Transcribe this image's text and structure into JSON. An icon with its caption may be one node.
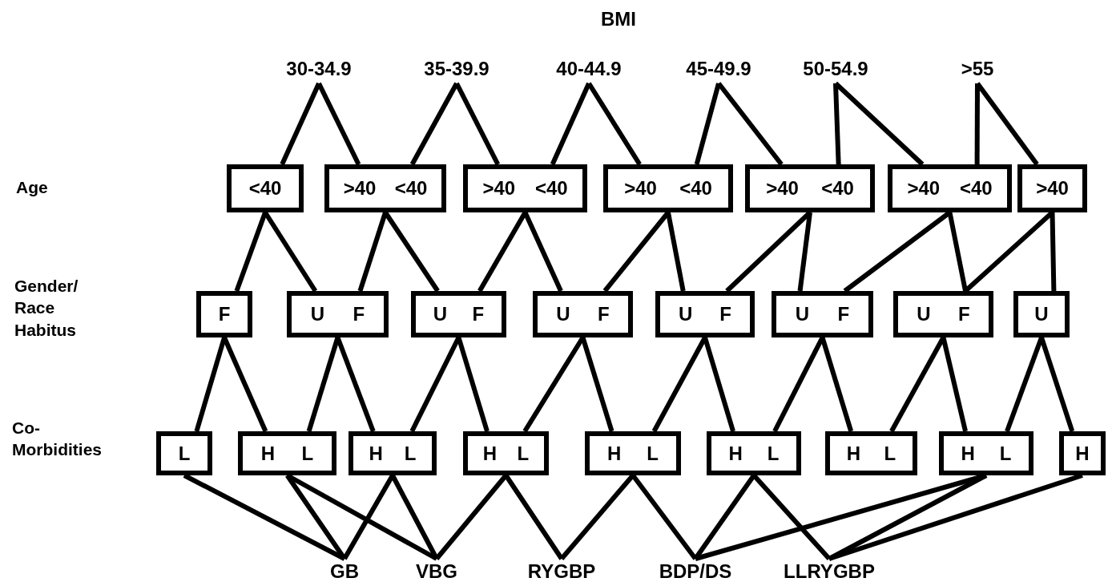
{
  "diagram": {
    "title": "BMI",
    "nodes": [
      {
        "text": [
          "30-34.9"
        ]
      },
      {
        "text": [
          "35-39.9"
        ]
      },
      {
        "text": [
          "40-44.9"
        ]
      },
      {
        "text": [
          "45-49.9"
        ]
      },
      {
        "text": [
          "50-54.9"
        ]
      },
      {
        "text": [
          ">55"
        ]
      },
      {
        "text": [
          "<40"
        ]
      },
      {
        "text": [
          ">40",
          "<40"
        ]
      },
      {
        "text": [
          ">40",
          "<40"
        ]
      },
      {
        "text": [
          ">40",
          "<40"
        ]
      },
      {
        "text": [
          ">40",
          "<40"
        ]
      },
      {
        "text": [
          ">40",
          "<40"
        ]
      },
      {
        "text": [
          ">40"
        ]
      },
      {
        "text": [
          "F"
        ]
      },
      {
        "text": [
          "U",
          "F"
        ]
      },
      {
        "text": [
          "U",
          "F"
        ]
      },
      {
        "text": [
          "U",
          "F"
        ]
      },
      {
        "text": [
          "U",
          "F"
        ]
      },
      {
        "text": [
          "U",
          "F"
        ]
      },
      {
        "text": [
          "U",
          "F"
        ]
      },
      {
        "text": [
          "U"
        ]
      },
      {
        "text": [
          "L"
        ]
      },
      {
        "text": [
          "H",
          "L"
        ]
      },
      {
        "text": [
          "H",
          "L"
        ]
      },
      {
        "text": [
          "H",
          "L"
        ]
      },
      {
        "text": [
          "H",
          "L"
        ]
      },
      {
        "text": [
          "H",
          "L"
        ]
      },
      {
        "text": [
          "H",
          "L"
        ]
      },
      {
        "text": [
          "H",
          "L"
        ]
      },
      {
        "text": [
          "H"
        ]
      },
      {
        "text": [
          "GB"
        ]
      },
      {
        "text": [
          "VBG"
        ]
      },
      {
        "text": [
          "RYGBP"
        ]
      },
      {
        "text": [
          "BDP/DS"
        ]
      },
      {
        "text": [
          "LLRYGBP"
        ]
      }
    ],
    "edges": [
      {
        "from": 0,
        "to": 6,
        "arrow": "none"
      },
      {
        "from": 0,
        "to": 7,
        "arrow": "none"
      },
      {
        "from": 1,
        "to": 7,
        "arrow": "none"
      },
      {
        "from": 1,
        "to": 8,
        "arrow": "none"
      },
      {
        "from": 2,
        "to": 8,
        "arrow": "none"
      },
      {
        "from": 2,
        "to": 9,
        "arrow": "none"
      },
      {
        "from": 3,
        "to": 9,
        "arrow": "none"
      },
      {
        "from": 3,
        "to": 10,
        "arrow": "none"
      },
      {
        "from": 4,
        "to": 10,
        "arrow": "none"
      },
      {
        "from": 4,
        "to": 11,
        "arrow": "none"
      },
      {
        "from": 5,
        "to": 11,
        "arrow": "none"
      },
      {
        "from": 5,
        "to": 12,
        "arrow": "none"
      },
      {
        "from": 6,
        "to": 13,
        "arrow": "none"
      },
      {
        "from": 6,
        "to": 14,
        "arrow": "none"
      },
      {
        "from": 7,
        "to": 14,
        "arrow": "none"
      },
      {
        "from": 7,
        "to": 15,
        "arrow": "none"
      },
      {
        "from": 8,
        "to": 15,
        "arrow": "none"
      },
      {
        "from": 8,
        "to": 16,
        "arrow": "none"
      },
      {
        "from": 9,
        "to": 16,
        "arrow": "none"
      },
      {
        "from": 9,
        "to": 17,
        "arrow": "none"
      },
      {
        "from": 10,
        "to": 17,
        "arrow": "none"
      },
      {
        "from": 10,
        "to": 18,
        "arrow": "none"
      },
      {
        "from": 11,
        "to": 18,
        "arrow": "none"
      },
      {
        "from": 11,
        "to": 19,
        "arrow": "none"
      },
      {
        "from": 12,
        "to": 19,
        "arrow": "none"
      },
      {
        "from": 12,
        "to": 20,
        "arrow": "none"
      },
      {
        "from": 13,
        "to": 21,
        "arrow": "none"
      },
      {
        "from": 13,
        "to": 22,
        "arrow": "none"
      },
      {
        "from": 14,
        "to": 22,
        "arrow": "none"
      },
      {
        "from": 14,
        "to": 23,
        "arrow": "none"
      },
      {
        "from": 15,
        "to": 23,
        "arrow": "none"
      },
      {
        "from": 15,
        "to": 24,
        "arrow": "none"
      },
      {
        "from": 16,
        "to": 24,
        "arrow": "none"
      },
      {
        "from": 16,
        "to": 25,
        "arrow": "none"
      },
      {
        "from": 17,
        "to": 25,
        "arrow": "none"
      },
      {
        "from": 17,
        "to": 26,
        "arrow": "none"
      },
      {
        "from": 18,
        "to": 26,
        "arrow": "none"
      },
      {
        "from": 18,
        "to": 27,
        "arrow": "none"
      },
      {
        "from": 19,
        "to": 27,
        "arrow": "none"
      },
      {
        "from": 19,
        "to": 28,
        "arrow": "none"
      },
      {
        "from": 20,
        "to": 28,
        "arrow": "none"
      },
      {
        "from": 20,
        "to": 29,
        "arrow": "none"
      },
      {
        "from": 21,
        "to": 30,
        "arrow": "none"
      },
      {
        "from": 22,
        "to": 30,
        "arrow": "none"
      },
      {
        "from": 22,
        "to": 31,
        "arrow": "none"
      },
      {
        "from": 23,
        "to": 30,
        "arrow": "none"
      },
      {
        "from": 23,
        "to": 31,
        "arrow": "none"
      },
      {
        "from": 24,
        "to": 31,
        "arrow": "none"
      },
      {
        "from": 24,
        "to": 32,
        "arrow": "none"
      },
      {
        "from": 25,
        "to": 32,
        "arrow": "none"
      },
      {
        "from": 25,
        "to": 33,
        "arrow": "none"
      },
      {
        "from": 26,
        "to": 33,
        "arrow": "none"
      },
      {
        "from": 26,
        "to": 34,
        "arrow": "none"
      },
      {
        "from": 28,
        "to": 33,
        "arrow": "none"
      },
      {
        "from": 28,
        "to": 34,
        "arrow": "none"
      },
      {
        "from": 29,
        "to": 34,
        "arrow": "none"
      }
    ],
    "labels": [
      "Age",
      "Gender/ Race Habitus",
      "Co- Morbidities"
    ]
  }
}
